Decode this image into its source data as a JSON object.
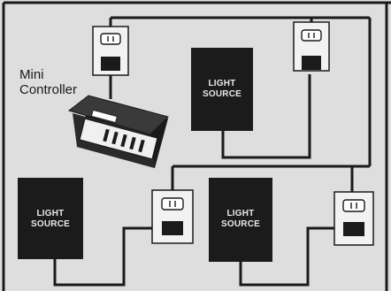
{
  "controller": {
    "label_line1": "Mini",
    "label_line2": "Controller",
    "channel_count": 5
  },
  "light_sources": [
    {
      "line1": "LIGHT",
      "line2": "SOURCE"
    },
    {
      "line1": "LIGHT",
      "line2": "SOURCE"
    },
    {
      "line1": "LIGHT",
      "line2": "SOURCE"
    }
  ],
  "outlets": {
    "count": 4,
    "face_glyph": "(II)"
  },
  "colors": {
    "background": "#dedede",
    "wire": "#1a1a1a",
    "light_source_box": "#1b1b1b",
    "light_source_text": "#e8e8e8",
    "outlet_plate": "#f2f2f2"
  }
}
